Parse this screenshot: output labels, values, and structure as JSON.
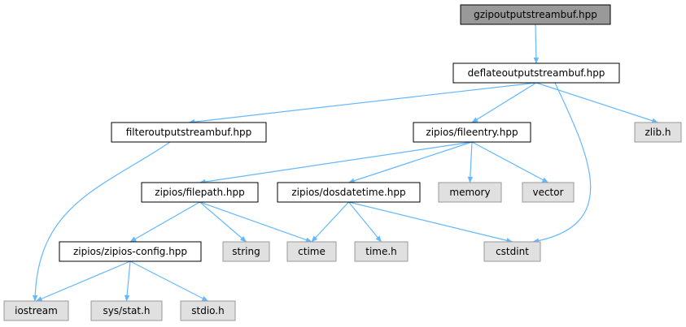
{
  "colors": {
    "edge": "#63b8ff",
    "root_fill": "#999999",
    "local_fill": "#ffffff",
    "system_fill": "#e0e0e0",
    "local_border": "#000000",
    "system_border": "#999999"
  },
  "nodes": {
    "gzip": {
      "label": "gzipoutputstreambuf.hpp",
      "kind": "root"
    },
    "deflate": {
      "label": "deflateoutputstreambuf.hpp",
      "kind": "local"
    },
    "filter": {
      "label": "filteroutputstreambuf.hpp",
      "kind": "local"
    },
    "fileentry": {
      "label": "zipios/fileentry.hpp",
      "kind": "local"
    },
    "zlib": {
      "label": "zlib.h",
      "kind": "system"
    },
    "filepath": {
      "label": "zipios/filepath.hpp",
      "kind": "local"
    },
    "dosdatetime": {
      "label": "zipios/dosdatetime.hpp",
      "kind": "local"
    },
    "memory": {
      "label": "memory",
      "kind": "system"
    },
    "vector": {
      "label": "vector",
      "kind": "system"
    },
    "config": {
      "label": "zipios/zipios-config.hpp",
      "kind": "local"
    },
    "string": {
      "label": "string",
      "kind": "system"
    },
    "ctime": {
      "label": "ctime",
      "kind": "system"
    },
    "timeh": {
      "label": "time.h",
      "kind": "system"
    },
    "cstdint": {
      "label": "cstdint",
      "kind": "system"
    },
    "iostream": {
      "label": "iostream",
      "kind": "system"
    },
    "sysstat": {
      "label": "sys/stat.h",
      "kind": "system"
    },
    "stdio": {
      "label": "stdio.h",
      "kind": "system"
    }
  },
  "edges": [
    {
      "from": "gzip",
      "to": "deflate"
    },
    {
      "from": "deflate",
      "to": "filter"
    },
    {
      "from": "deflate",
      "to": "fileentry"
    },
    {
      "from": "deflate",
      "to": "zlib"
    },
    {
      "from": "deflate",
      "to": "cstdint"
    },
    {
      "from": "filter",
      "to": "iostream"
    },
    {
      "from": "fileentry",
      "to": "filepath"
    },
    {
      "from": "fileentry",
      "to": "dosdatetime"
    },
    {
      "from": "fileentry",
      "to": "memory"
    },
    {
      "from": "fileentry",
      "to": "vector"
    },
    {
      "from": "filepath",
      "to": "config"
    },
    {
      "from": "filepath",
      "to": "string"
    },
    {
      "from": "filepath",
      "to": "ctime"
    },
    {
      "from": "dosdatetime",
      "to": "ctime"
    },
    {
      "from": "dosdatetime",
      "to": "timeh"
    },
    {
      "from": "dosdatetime",
      "to": "cstdint"
    },
    {
      "from": "config",
      "to": "iostream"
    },
    {
      "from": "config",
      "to": "sysstat"
    },
    {
      "from": "config",
      "to": "stdio"
    }
  ]
}
